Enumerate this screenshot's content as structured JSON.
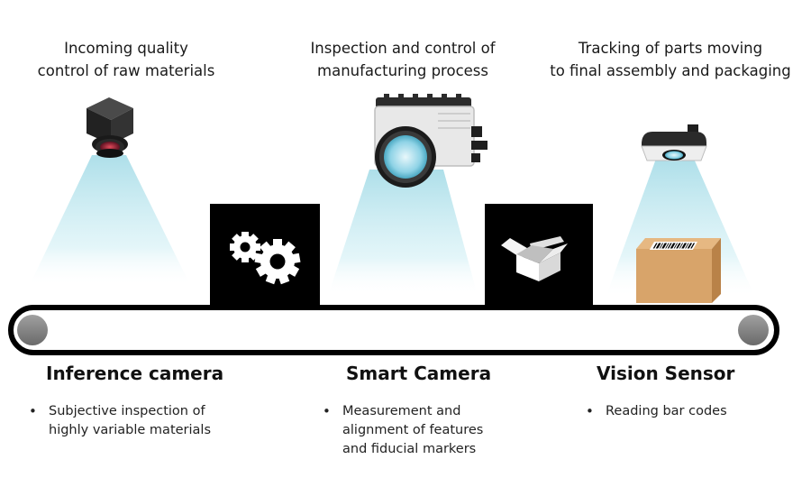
{
  "colors": {
    "beam": "#a9dde8",
    "belt": "#000000",
    "roller": "#8a8a8a",
    "panel": "#000000",
    "carton": "#d8a46a",
    "lens_glow": "#8fd3e6"
  },
  "stages": [
    {
      "title": "Incoming quality\ncontrol of raw materials",
      "system": "Inference camera",
      "bullets": [
        "Subjective inspection of\nhighly variable materials"
      ],
      "icon": "inference-camera-icon"
    },
    {
      "title": "Inspection and control of\nmanufacturing process",
      "system": "Smart Camera",
      "bullets": [
        "Measurement and\nalignment of features\nand fiducial markers"
      ],
      "icon": "smart-camera-icon"
    },
    {
      "title": "Tracking of parts moving\nto final assembly and packaging",
      "system": "Vision Sensor",
      "bullets": [
        "Reading bar codes"
      ],
      "icon": "vision-sensor-icon"
    }
  ],
  "panels": [
    {
      "icon": "gears-icon"
    },
    {
      "icon": "open-box-icon"
    }
  ],
  "objects": [
    {
      "icon": "barcode-carton-icon"
    },
    {
      "icon": "conveyor-belt-icon"
    }
  ]
}
